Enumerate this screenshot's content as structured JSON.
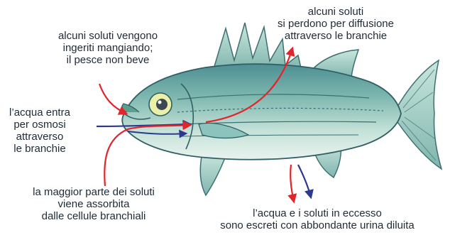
{
  "labels": {
    "ingestion": "alcuni soluti vengono\ningeriti mangiando;\nil pesce non beve",
    "osmosis": "l’acqua entra\nper osmosi\nattraverso\nle branchie",
    "absorption": "la maggior parte dei soluti\nviene assorbita\ndalle cellule branchiali",
    "diffusion": "alcuni soluti\nsi perdono per diffusione\nattraverso le branchie",
    "excretion": "l’acqua e i soluti in eccesso\nsono escreti con abbondante urina diluita"
  },
  "colors": {
    "solute_arrow": "#e0252b",
    "water_arrow": "#2b3a8f",
    "fish_body": "#a9d3c7",
    "fish_back": "#4e8f93",
    "fin": "#8cc3bd"
  },
  "icons": {
    "fish": "fish-illustration"
  }
}
